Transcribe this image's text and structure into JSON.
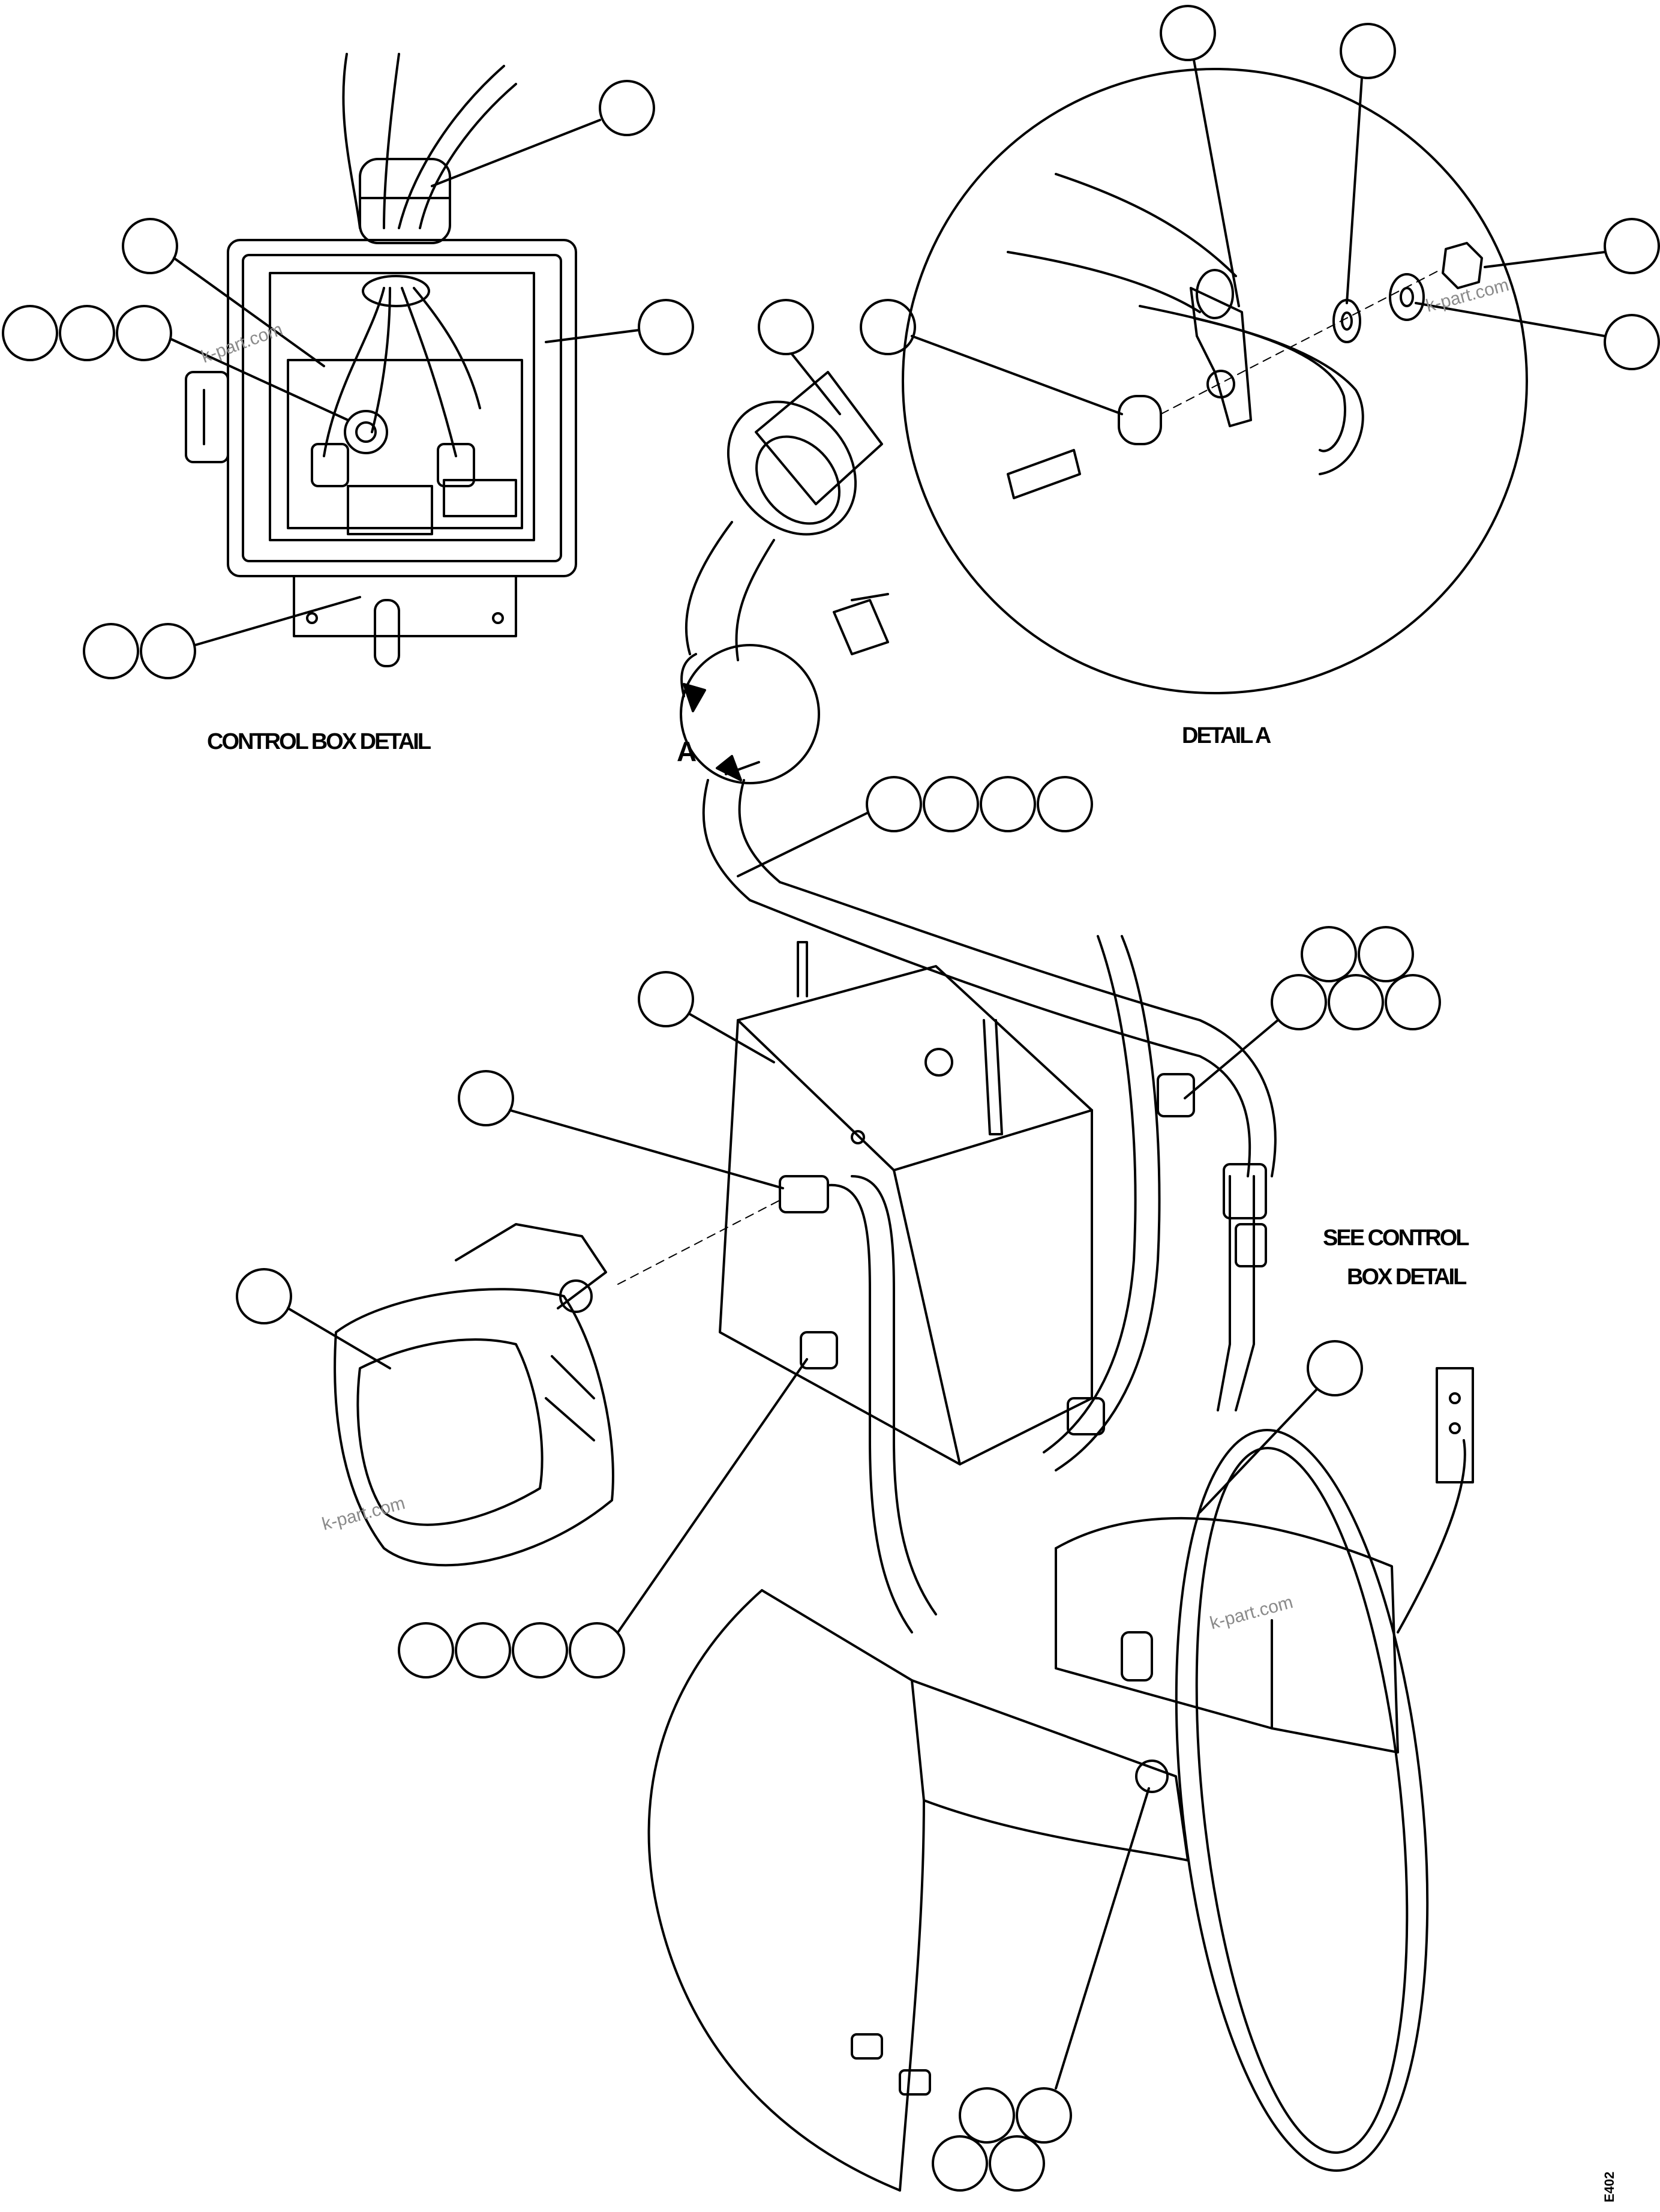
{
  "labels": {
    "control_box_detail": "CONTROL BOX DETAIL",
    "detail_a": "DETAIL A",
    "view_marker": "A",
    "see_control_line1": "SEE CONTROL",
    "see_control_line2": "BOX DETAIL",
    "drawing_code": "E402"
  },
  "watermark": "k-part.com",
  "colors": {
    "line": "#000000",
    "watermark": "#8a8a8a",
    "background": "#ffffff"
  }
}
